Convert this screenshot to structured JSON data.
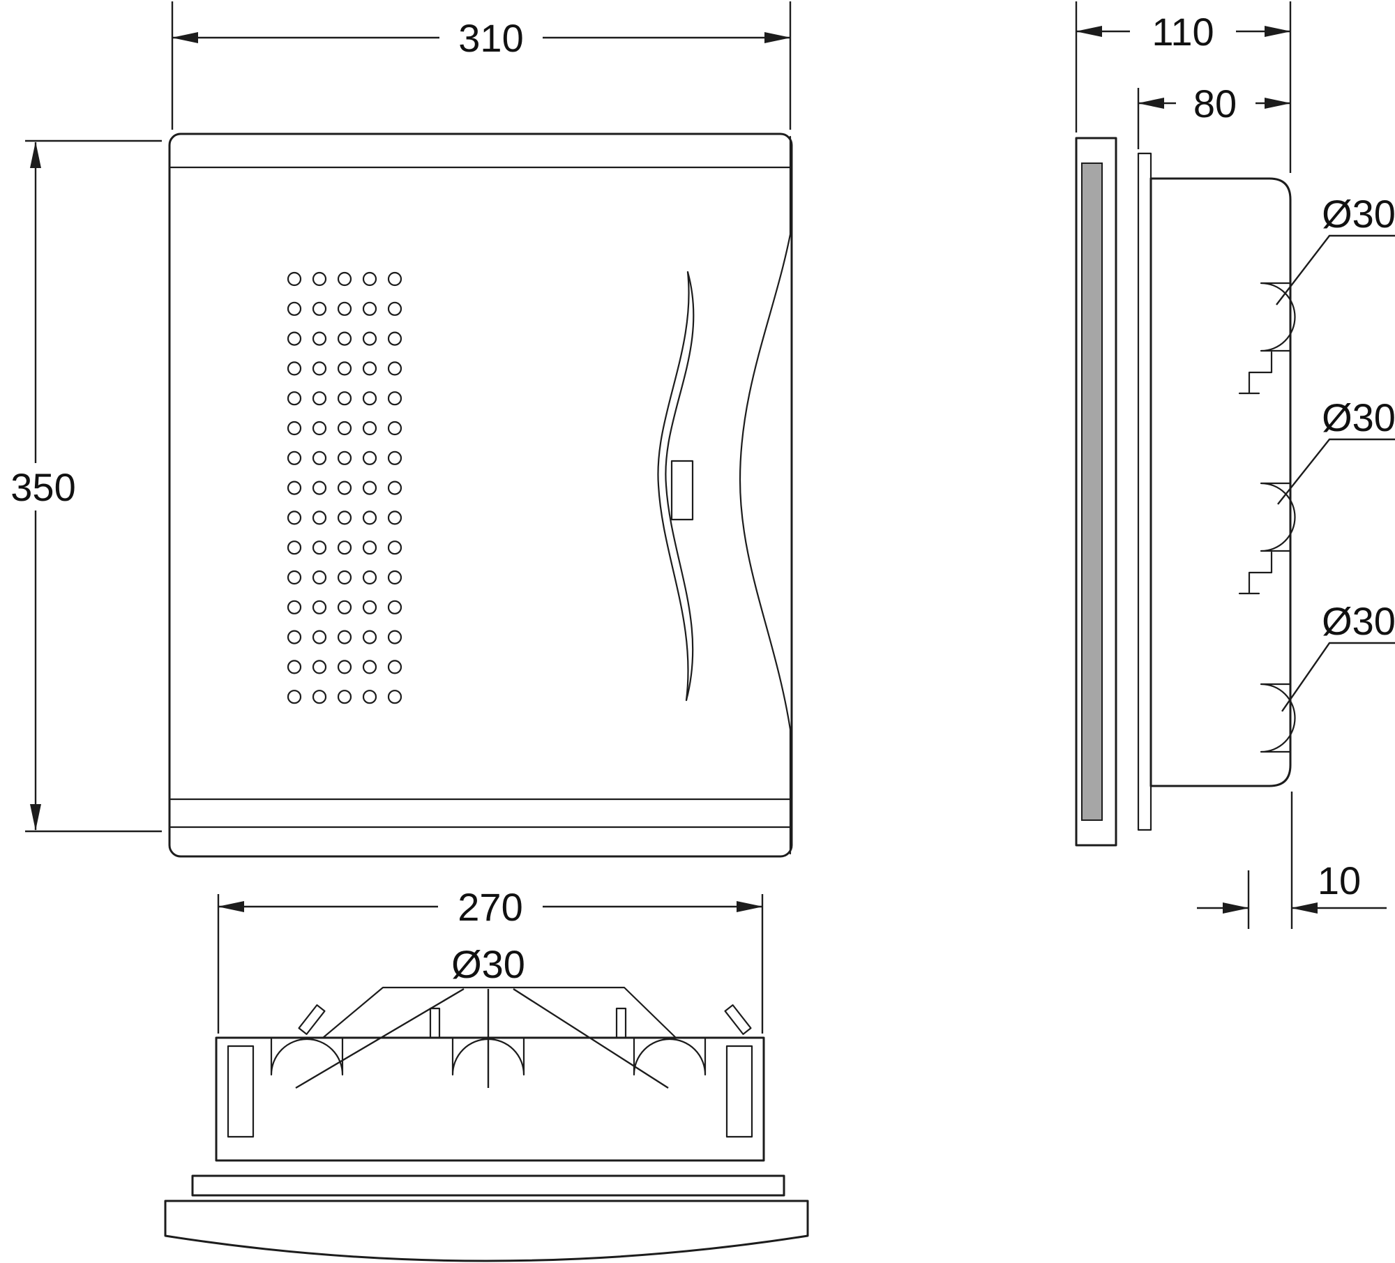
{
  "views": {
    "front": {
      "name": "front-view",
      "width_dim": "310",
      "height_dim": "350"
    },
    "side": {
      "name": "side-view",
      "depth_dim": "110",
      "box_depth_dim": "80",
      "knockout_dims": [
        "Ø30",
        "Ø30",
        "Ø30"
      ],
      "flange_dim": "10"
    },
    "bottom": {
      "name": "bottom-view",
      "width_dim": "270",
      "knockout_dim": "Ø30"
    }
  },
  "colors": {
    "line": "#1c1c1c",
    "background": "#ffffff",
    "panel_shading": "#a6a6a6"
  }
}
